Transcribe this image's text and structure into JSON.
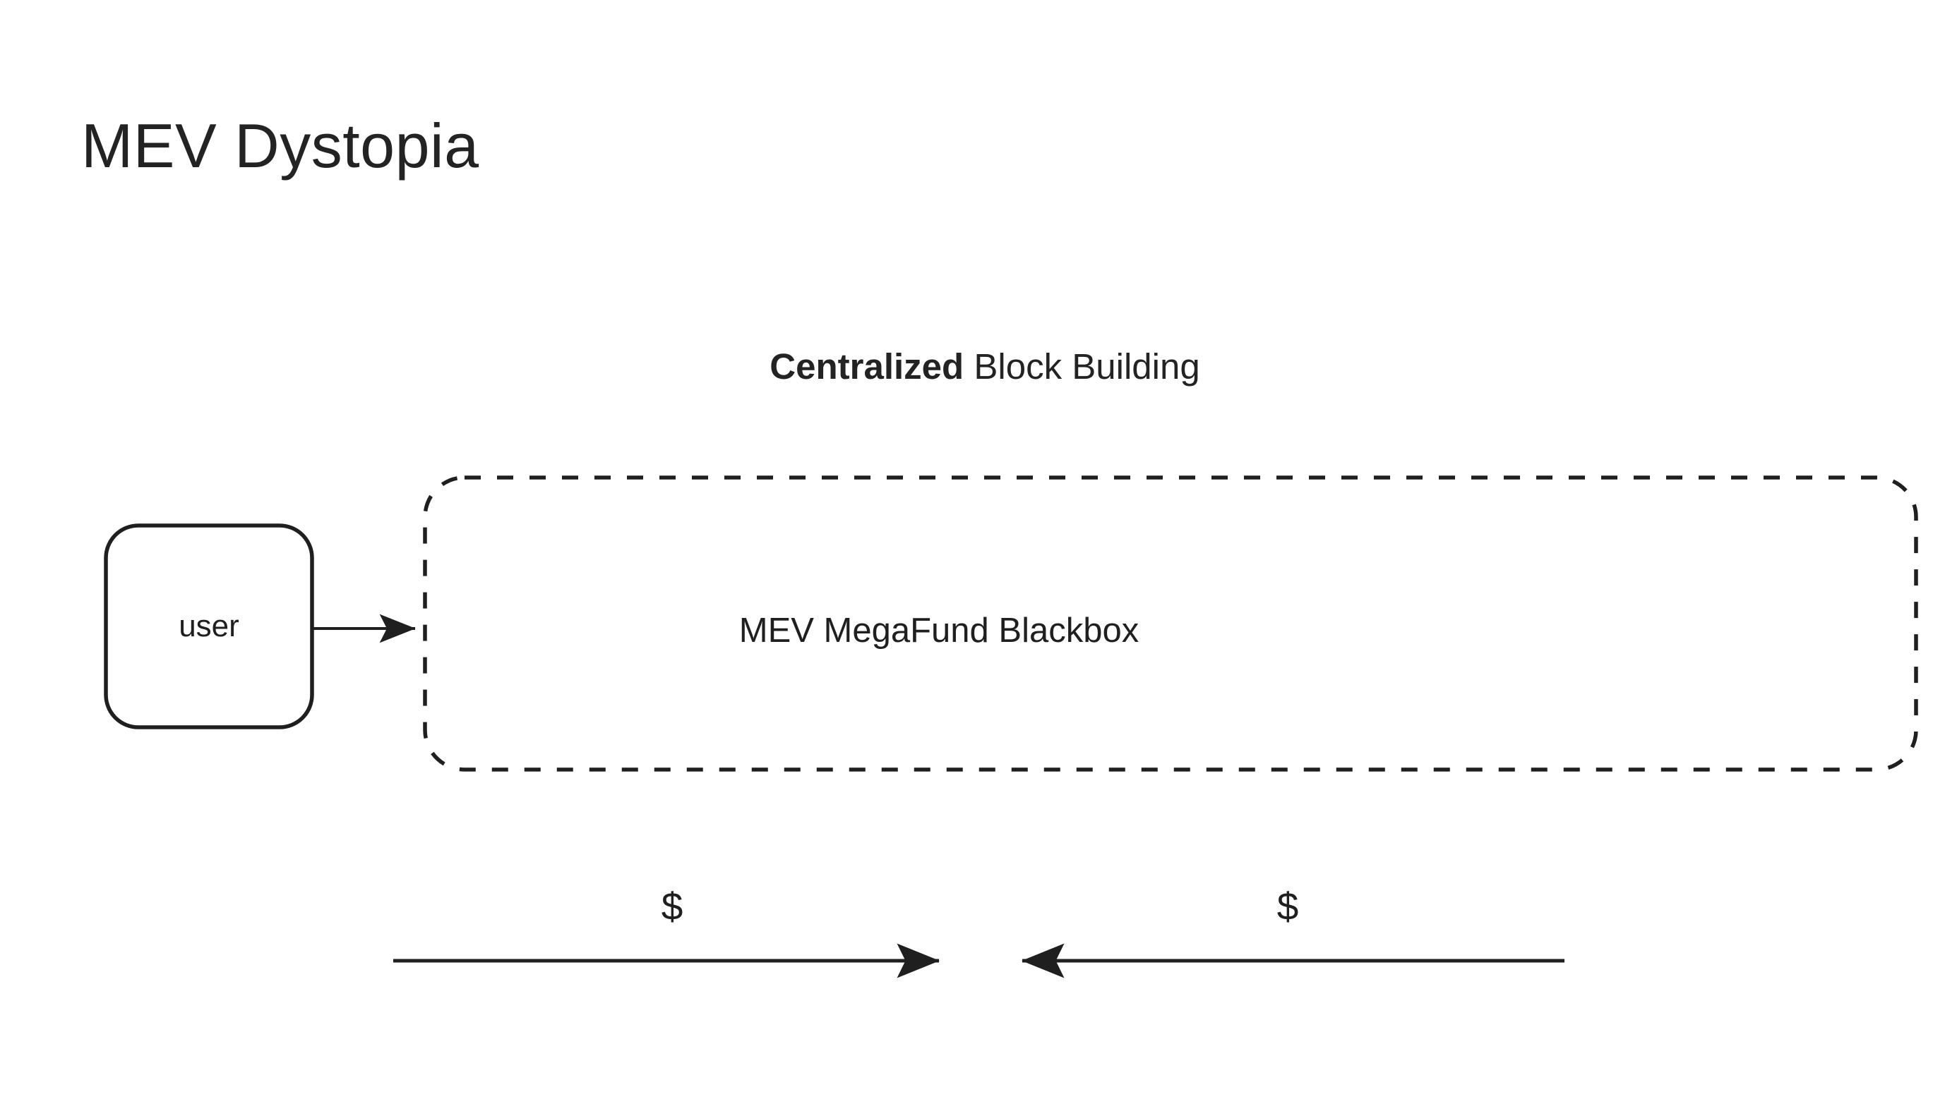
{
  "slide": {
    "title": "MEV Dystopia",
    "background_color": "#ffffff",
    "ink_color": "#232323"
  },
  "section": {
    "heading_strong": "Centralized",
    "heading_normal": " Block Building"
  },
  "diagram": {
    "nodes": [
      {
        "id": "user",
        "label": "user",
        "shape": "rounded-rect",
        "style": "solid"
      },
      {
        "id": "blackbox",
        "label": "MEV MegaFund Blackbox",
        "shape": "rounded-rect",
        "style": "dashed"
      }
    ],
    "edges": [
      {
        "id": "user-to-blackbox",
        "from": "user",
        "to": "blackbox",
        "label": "",
        "direction": "right"
      },
      {
        "id": "value-out",
        "label": "$",
        "direction": "right"
      },
      {
        "id": "value-in",
        "label": "$",
        "direction": "left"
      }
    ],
    "stroke_color": "#1f1f1f"
  }
}
